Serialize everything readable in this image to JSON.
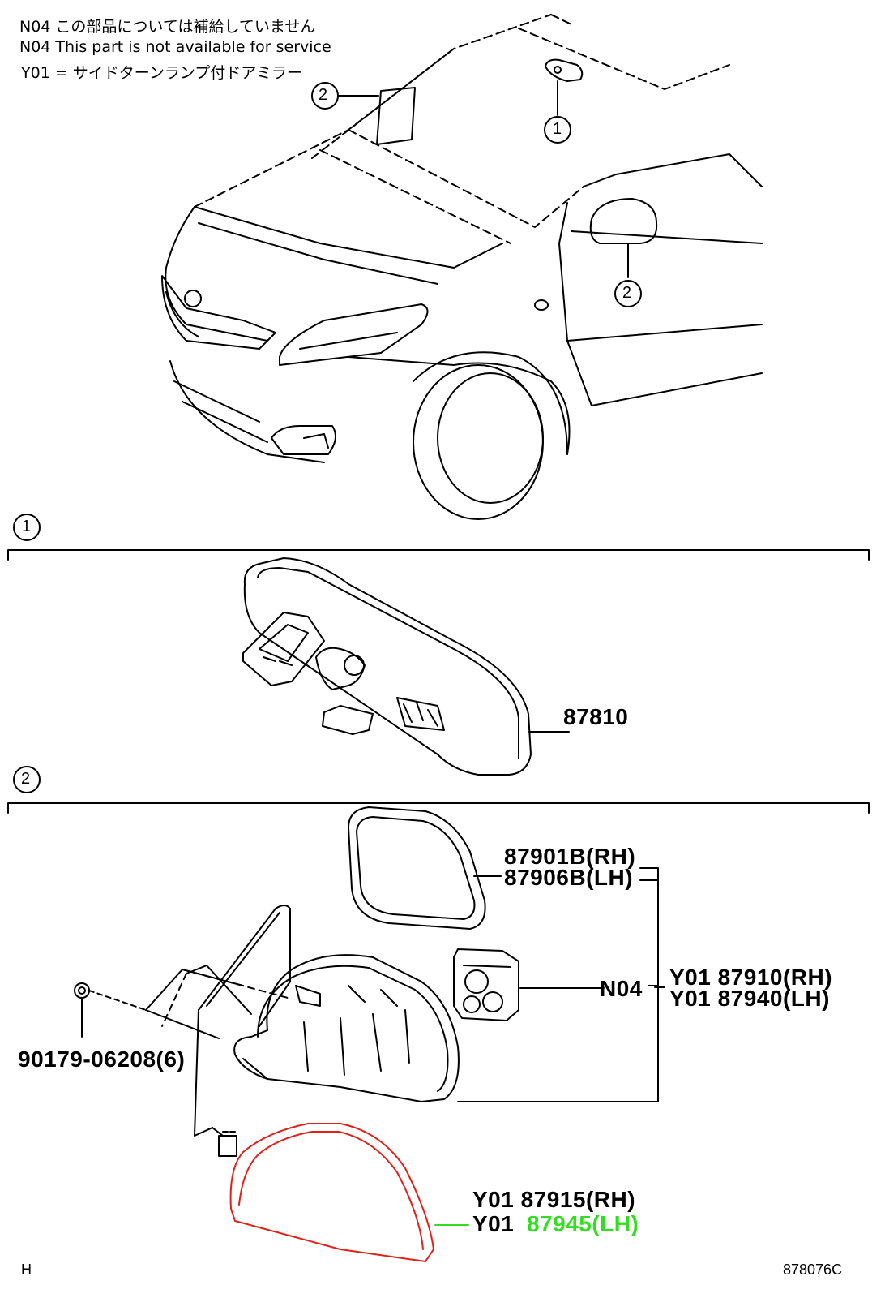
{
  "notes": [
    "N04 この部品については補給していません",
    "N04 This part is not available for service",
    "Y01 = サイドターンランプ付ドアミラー"
  ],
  "callouts": {
    "one": "1",
    "two": "2"
  },
  "parts": {
    "inner_mirror": "87810",
    "glass_rh": "87901B(RH)",
    "glass_lh": "87906B(LH)",
    "n04": "N04",
    "assy_rh": "Y01 87910(RH)",
    "assy_lh": "Y01 87940(LH)",
    "screw": "90179-06208(6)",
    "cover_rh": "Y01  87915(RH)",
    "cover_lh_prefix": "Y01",
    "cover_lh_part": "87945(LH)"
  },
  "footer": {
    "left": "H",
    "right": "878076C"
  },
  "colors": {
    "highlight_red": "#e0201a",
    "highlight_green": "#33dd22",
    "line": "#000000"
  }
}
